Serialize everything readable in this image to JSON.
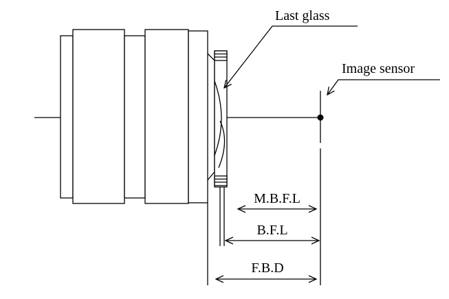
{
  "labels": {
    "last_glass": "Last glass",
    "image_sensor": "Image sensor",
    "mbfl": "M.B.F.L",
    "bfl": "B.F.L",
    "fbd": "F.B.D"
  }
}
